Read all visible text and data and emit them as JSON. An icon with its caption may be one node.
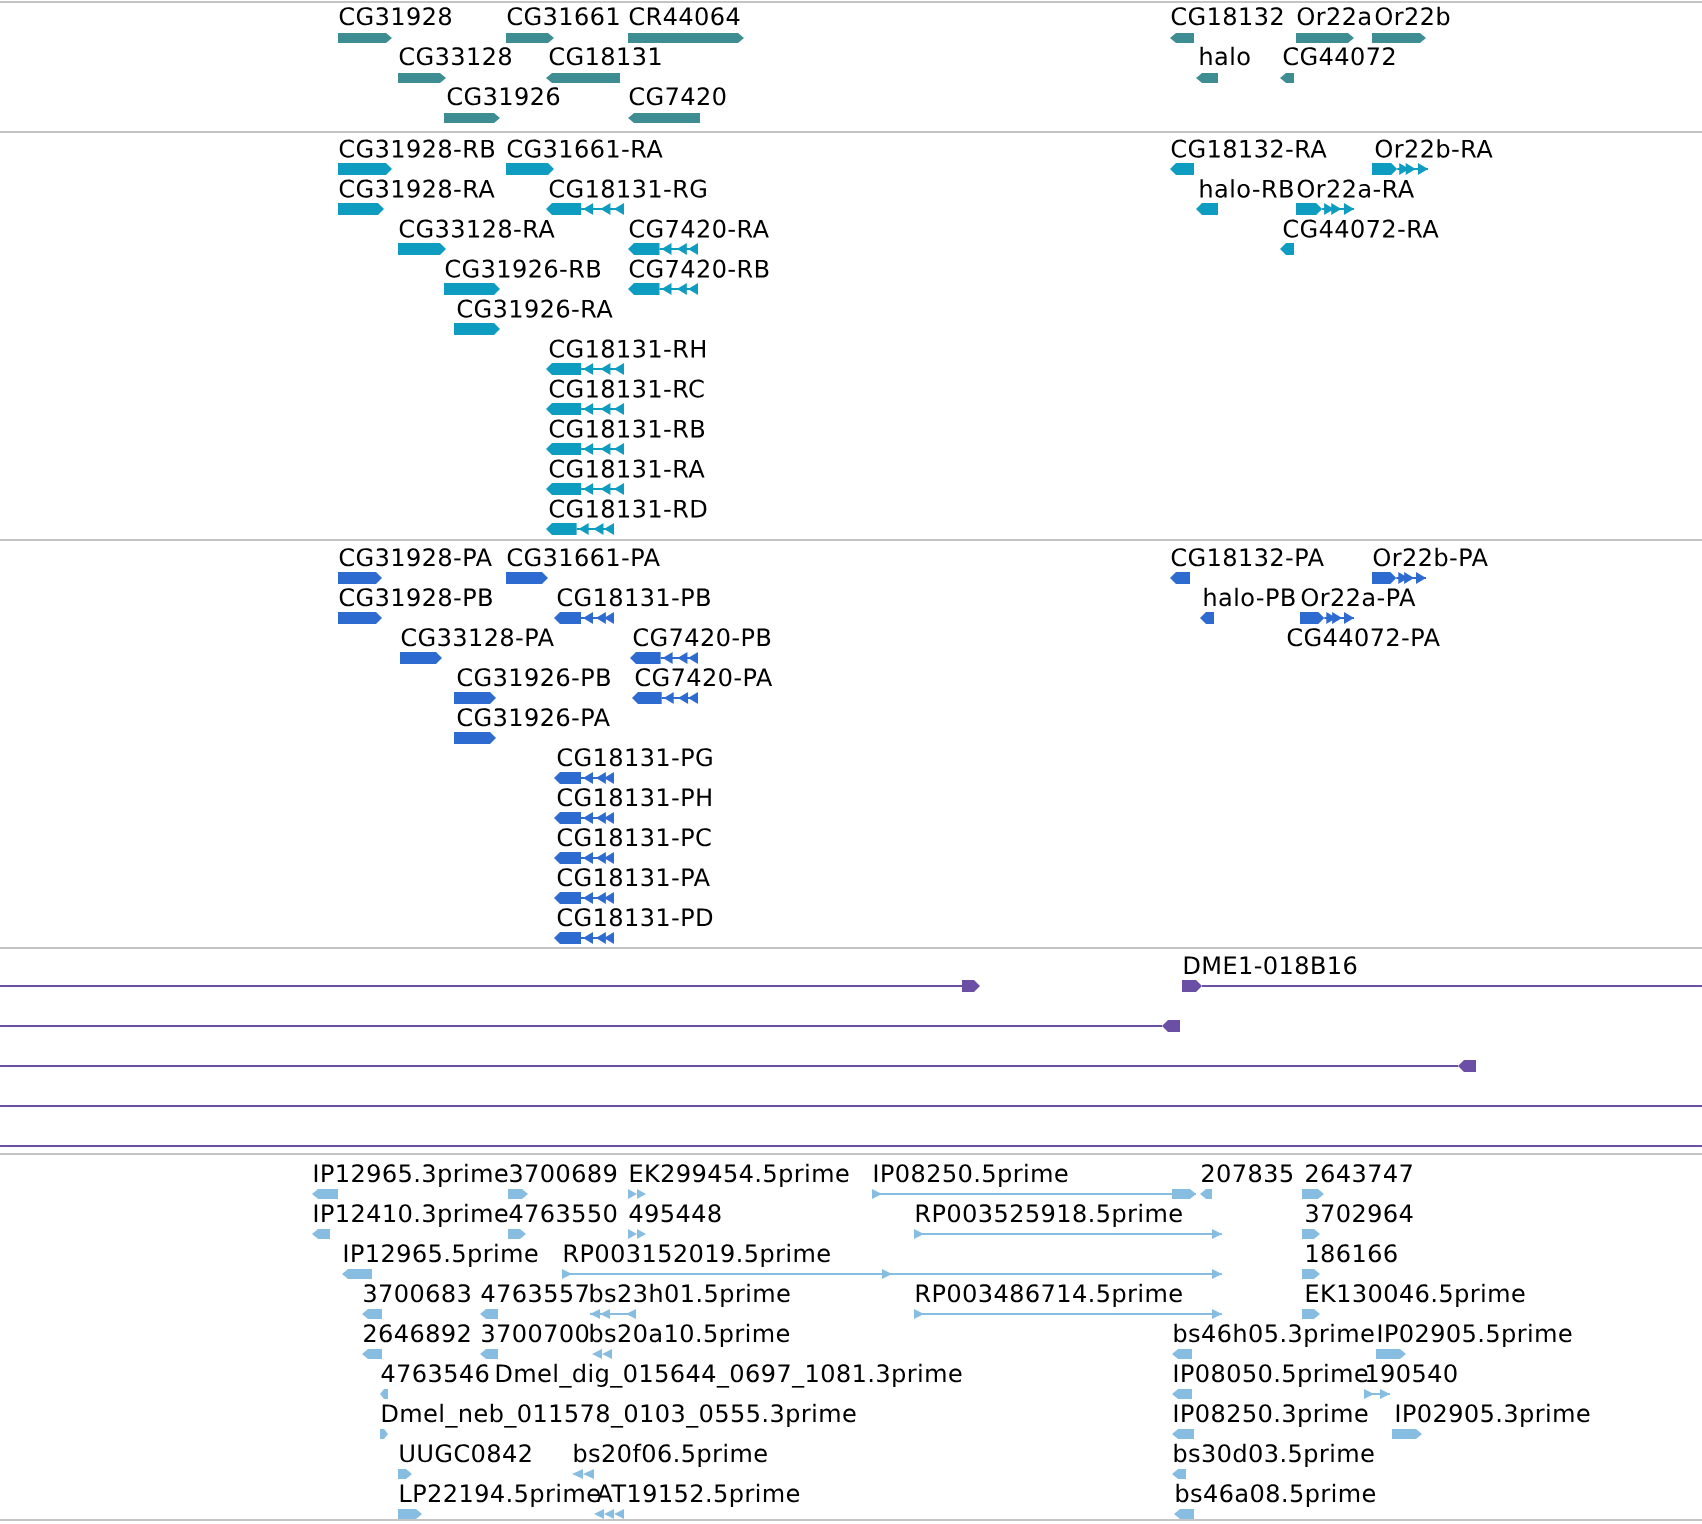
{
  "diagram": {
    "labels": [
      "CG31928",
      "CG31661",
      "CR44064",
      "CG18132",
      "Or22a",
      "Or22b",
      "CG33128",
      "CG18131",
      "halo",
      "CG44072",
      "CG31926",
      "CG7420",
      "CG31928-RB",
      "CG31661-RA",
      "CG18132-RA",
      "Or22b-RA",
      "CG31928-RA",
      "CG18131-RG",
      "halo-RB",
      "Or22a-RA",
      "CG33128-RA",
      "CG7420-RA",
      "CG44072-RA",
      "CG31926-RB",
      "CG7420-RB",
      "CG31926-RA",
      "CG18131-RH",
      "CG18131-RC",
      "CG18131-RB",
      "CG18131-RA",
      "CG18131-RD",
      "CG31928-PA",
      "CG31661-PA",
      "CG18132-PA",
      "Or22b-PA",
      "CG31928-PB",
      "CG18131-PB",
      "halo-PB",
      "Or22a-PA",
      "CG33128-PA",
      "CG7420-PB",
      "CG44072-PA",
      "CG31926-PB",
      "CG7420-PA",
      "CG31926-PA",
      "CG18131-PG",
      "CG18131-PH",
      "CG18131-PC",
      "CG18131-PA",
      "CG18131-PD",
      "DME1-018B16",
      "IP12965.3prime",
      "3700689",
      "EK299454.5prime",
      "IP08250.5prime",
      "207835",
      "2643747",
      "IP12410.3prime",
      "4763550",
      "495448",
      "RP003525918.5prime",
      "3702964",
      "IP12965.5prime",
      "RP003152019.5prime",
      "186166",
      "3700683",
      "4763557",
      "bs23h01.5prime",
      "RP003486714.5prime",
      "EK130046.5prime",
      "2646892",
      "3700700",
      "bs20a10.5prime",
      "bs46h05.3prime",
      "IP02905.5prime",
      "4763546",
      "Dmel_dig_015644_0697_1081.3prime",
      "IP08050.5prime",
      "190540",
      "Dmel_neb_011578_0103_0555.3prime",
      "IP08250.3prime",
      "IP02905.3prime",
      "UUGC0842",
      "bs20f06.5prime",
      "bs30d03.5prime",
      "LP22194.5prime",
      "AT19152.5prime",
      "bs46a08.5prime"
    ]
  }
}
